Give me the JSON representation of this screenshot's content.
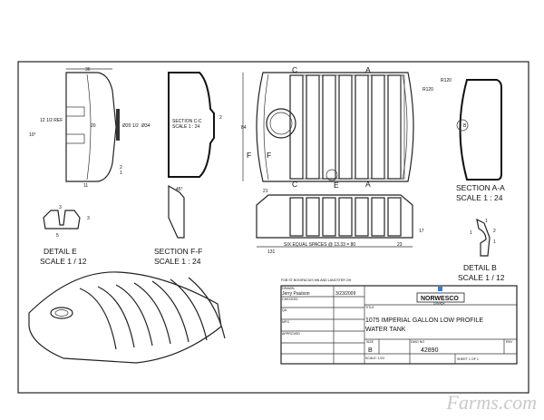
{
  "views": {
    "detail_e": {
      "title": "DETAIL  E",
      "scale": "SCALE 1 / 12",
      "dims": [
        "3",
        "3",
        "5"
      ]
    },
    "section_ff": {
      "title": "SECTION F-F",
      "scale": "SCALE 1 : 24",
      "angle": "45°"
    },
    "section_cc": {
      "title": "SECTION C-C",
      "scale": "SCALE 1 : 24",
      "dim": "2"
    },
    "section_aa": {
      "title": "SECTION A-A",
      "scale": "SCALE 1 : 24",
      "radius": "R120",
      "detail_marker": "B"
    },
    "detail_b": {
      "title": "DETAIL  B",
      "scale": "SCALE 1 / 12",
      "dims": [
        "1",
        "2",
        "1",
        "1"
      ]
    },
    "side_view": {
      "dims": [
        "36",
        "12 1/2 REF",
        "10°",
        "20",
        "Ø20 1/2",
        "Ø34",
        "2",
        "1",
        "11"
      ]
    },
    "top_view": {
      "markers": [
        "C",
        "C",
        "A",
        "A",
        "F",
        "F",
        "E"
      ],
      "dims": [
        "84",
        "R120"
      ]
    },
    "front_view": {
      "dims": [
        "21",
        "SIX EQUAL SPACES @ 13.33 = 80",
        "23",
        "131",
        "17"
      ]
    }
  },
  "title_block": {
    "fob": "FOB ST BONIFACIUS MN AND LANCSTER OH",
    "drawn_label": "DRAWN",
    "drawn_by": "Jerry Paulson",
    "drawn_date": "3/23/2009",
    "checked_label": "CHECKED",
    "qa_label": "QA",
    "mfg_label": "MFG",
    "approved_label": "APPROVED",
    "company": "NORWESCO",
    "company_sub": "CANADA",
    "title_label": "TITLE",
    "title_line1": "1075 IMPERIAL GALLON LOW PROFILE",
    "title_line2": "WATER TANK",
    "size_label": "SIZE",
    "size": "B",
    "dwg_label": "DWG NO",
    "dwg_no": "42890",
    "rev_label": "REV",
    "scale": "SCALE: 1/24",
    "sheet": "SHEET 1  OF 1"
  },
  "watermark": "Farms.com"
}
